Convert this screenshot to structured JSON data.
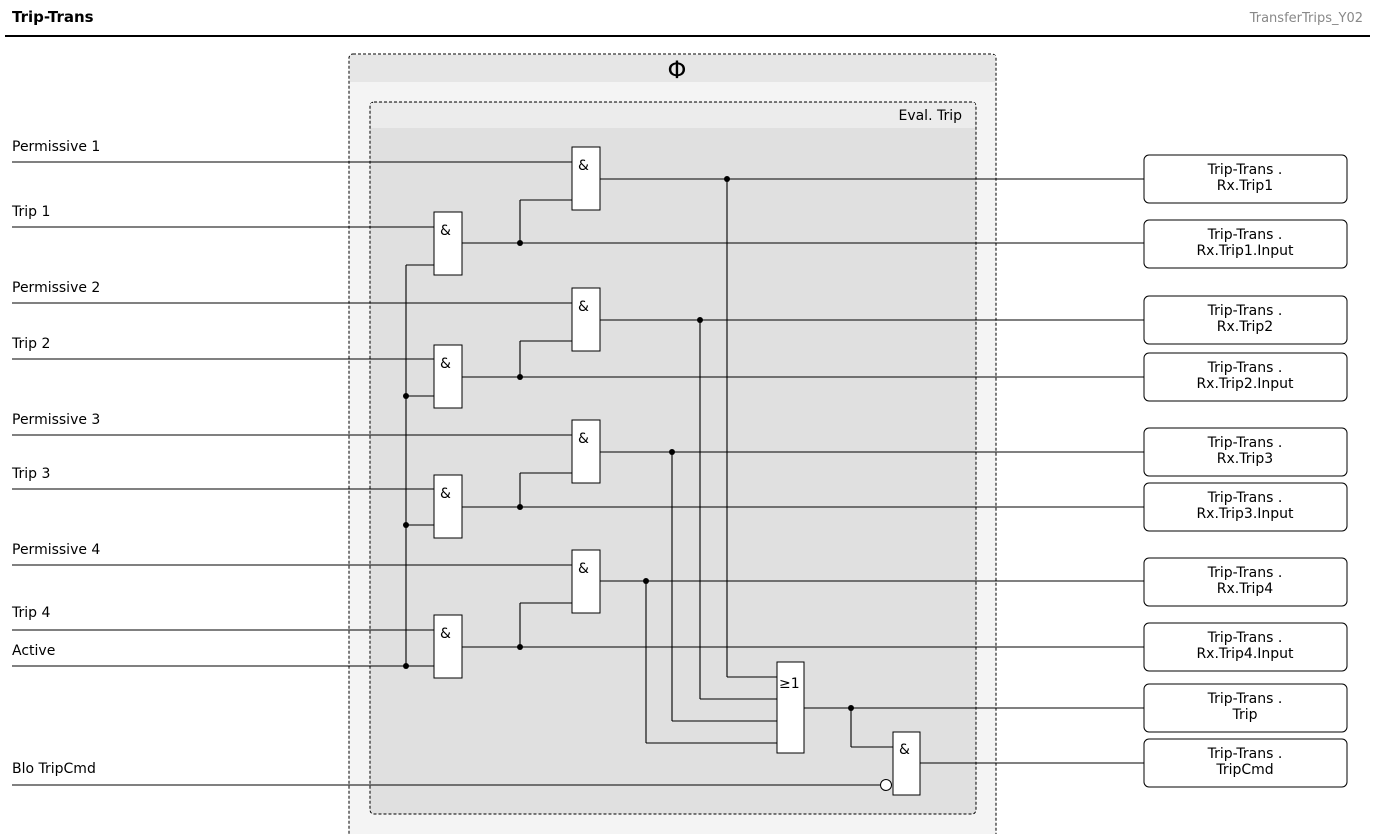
{
  "header": {
    "title": "Trip-Trans",
    "code": "TransferTrips_Y02"
  },
  "frame": {
    "phi_label": "Φ",
    "eval_label": "Eval. Trip"
  },
  "gate_labels": {
    "and": "&",
    "or": "≥1"
  },
  "inputs": {
    "permissive_1": "Permissive 1",
    "trip_1": "Trip 1",
    "permissive_2": "Permissive 2",
    "trip_2": "Trip 2",
    "permissive_3": "Permissive 3",
    "trip_3": "Trip 3",
    "permissive_4": "Permissive 4",
    "trip_4": "Trip 4",
    "active": "Active",
    "blo_tripcmd": "Blo TripCmd"
  },
  "outputs": [
    {
      "line1": "Trip-Trans .",
      "line2": "Rx.Trip1"
    },
    {
      "line1": "Trip-Trans .",
      "line2": "Rx.Trip1.Input"
    },
    {
      "line1": "Trip-Trans .",
      "line2": "Rx.Trip2"
    },
    {
      "line1": "Trip-Trans .",
      "line2": "Rx.Trip2.Input"
    },
    {
      "line1": "Trip-Trans .",
      "line2": "Rx.Trip3"
    },
    {
      "line1": "Trip-Trans .",
      "line2": "Rx.Trip3.Input"
    },
    {
      "line1": "Trip-Trans .",
      "line2": "Rx.Trip4"
    },
    {
      "line1": "Trip-Trans .",
      "line2": "Rx.Trip4.Input"
    },
    {
      "line1": "Trip-Trans .",
      "line2": "Trip"
    },
    {
      "line1": "Trip-Trans .",
      "line2": "TripCmd"
    }
  ]
}
